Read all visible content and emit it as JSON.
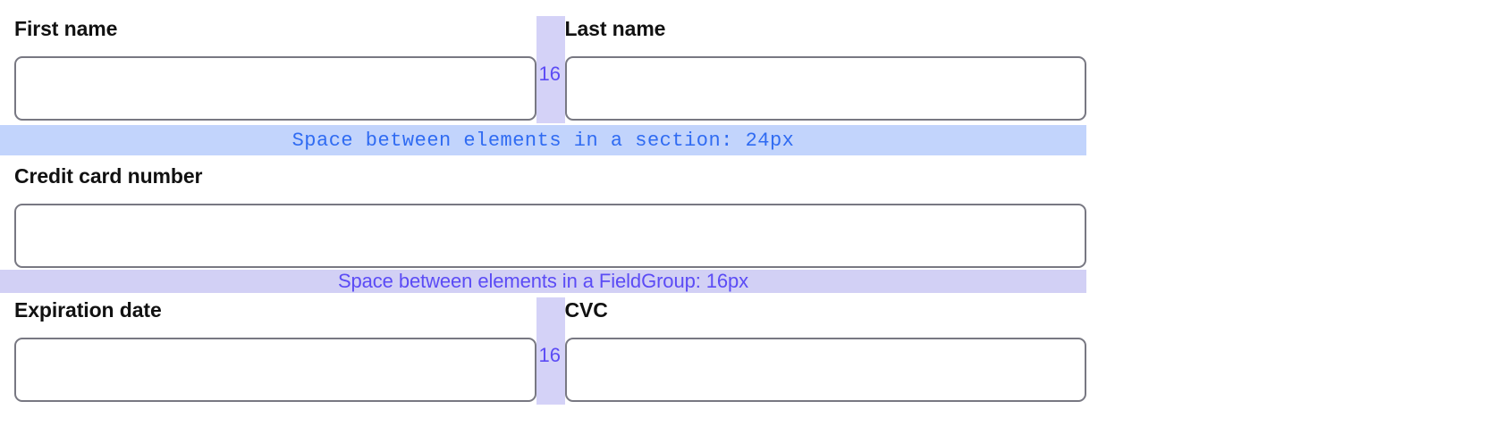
{
  "form": {
    "rows": [
      {
        "id": "name-row",
        "fields": [
          {
            "name": "first-name",
            "label": "First name",
            "value": "",
            "placeholder": ""
          },
          {
            "name": "last-name",
            "label": "Last name",
            "value": "",
            "placeholder": ""
          }
        ],
        "gap_label": "16"
      },
      {
        "id": "credit-card-row",
        "fields": [
          {
            "name": "credit-card-number",
            "label": "Credit card number",
            "value": "",
            "placeholder": ""
          }
        ],
        "gap_label": ""
      },
      {
        "id": "expiry-cvc-row",
        "fields": [
          {
            "name": "expiration-date",
            "label": "Expiration date",
            "value": "",
            "placeholder": ""
          },
          {
            "name": "cvc",
            "label": "CVC",
            "value": "",
            "placeholder": ""
          }
        ],
        "gap_label": "16"
      }
    ]
  },
  "annotations": {
    "section_gap": {
      "label": "Space between elements in a section: 24px",
      "value": "24px",
      "band_color": "#c2d4fc",
      "text_color": "#2f6bf2"
    },
    "fieldgroup_gap": {
      "label": "Space between elements in a FieldGroup: 16px",
      "value": "16px",
      "band_color": "#d2d0f5",
      "text_color": "#5b4bf5"
    },
    "column_gap": {
      "label": "16",
      "value": "16px",
      "band_color": "#d4d2f7",
      "text_color": "#5b4bf5"
    }
  },
  "colors": {
    "input_border": "#787882",
    "label_text": "#111111",
    "page_background": "#ffffff"
  }
}
